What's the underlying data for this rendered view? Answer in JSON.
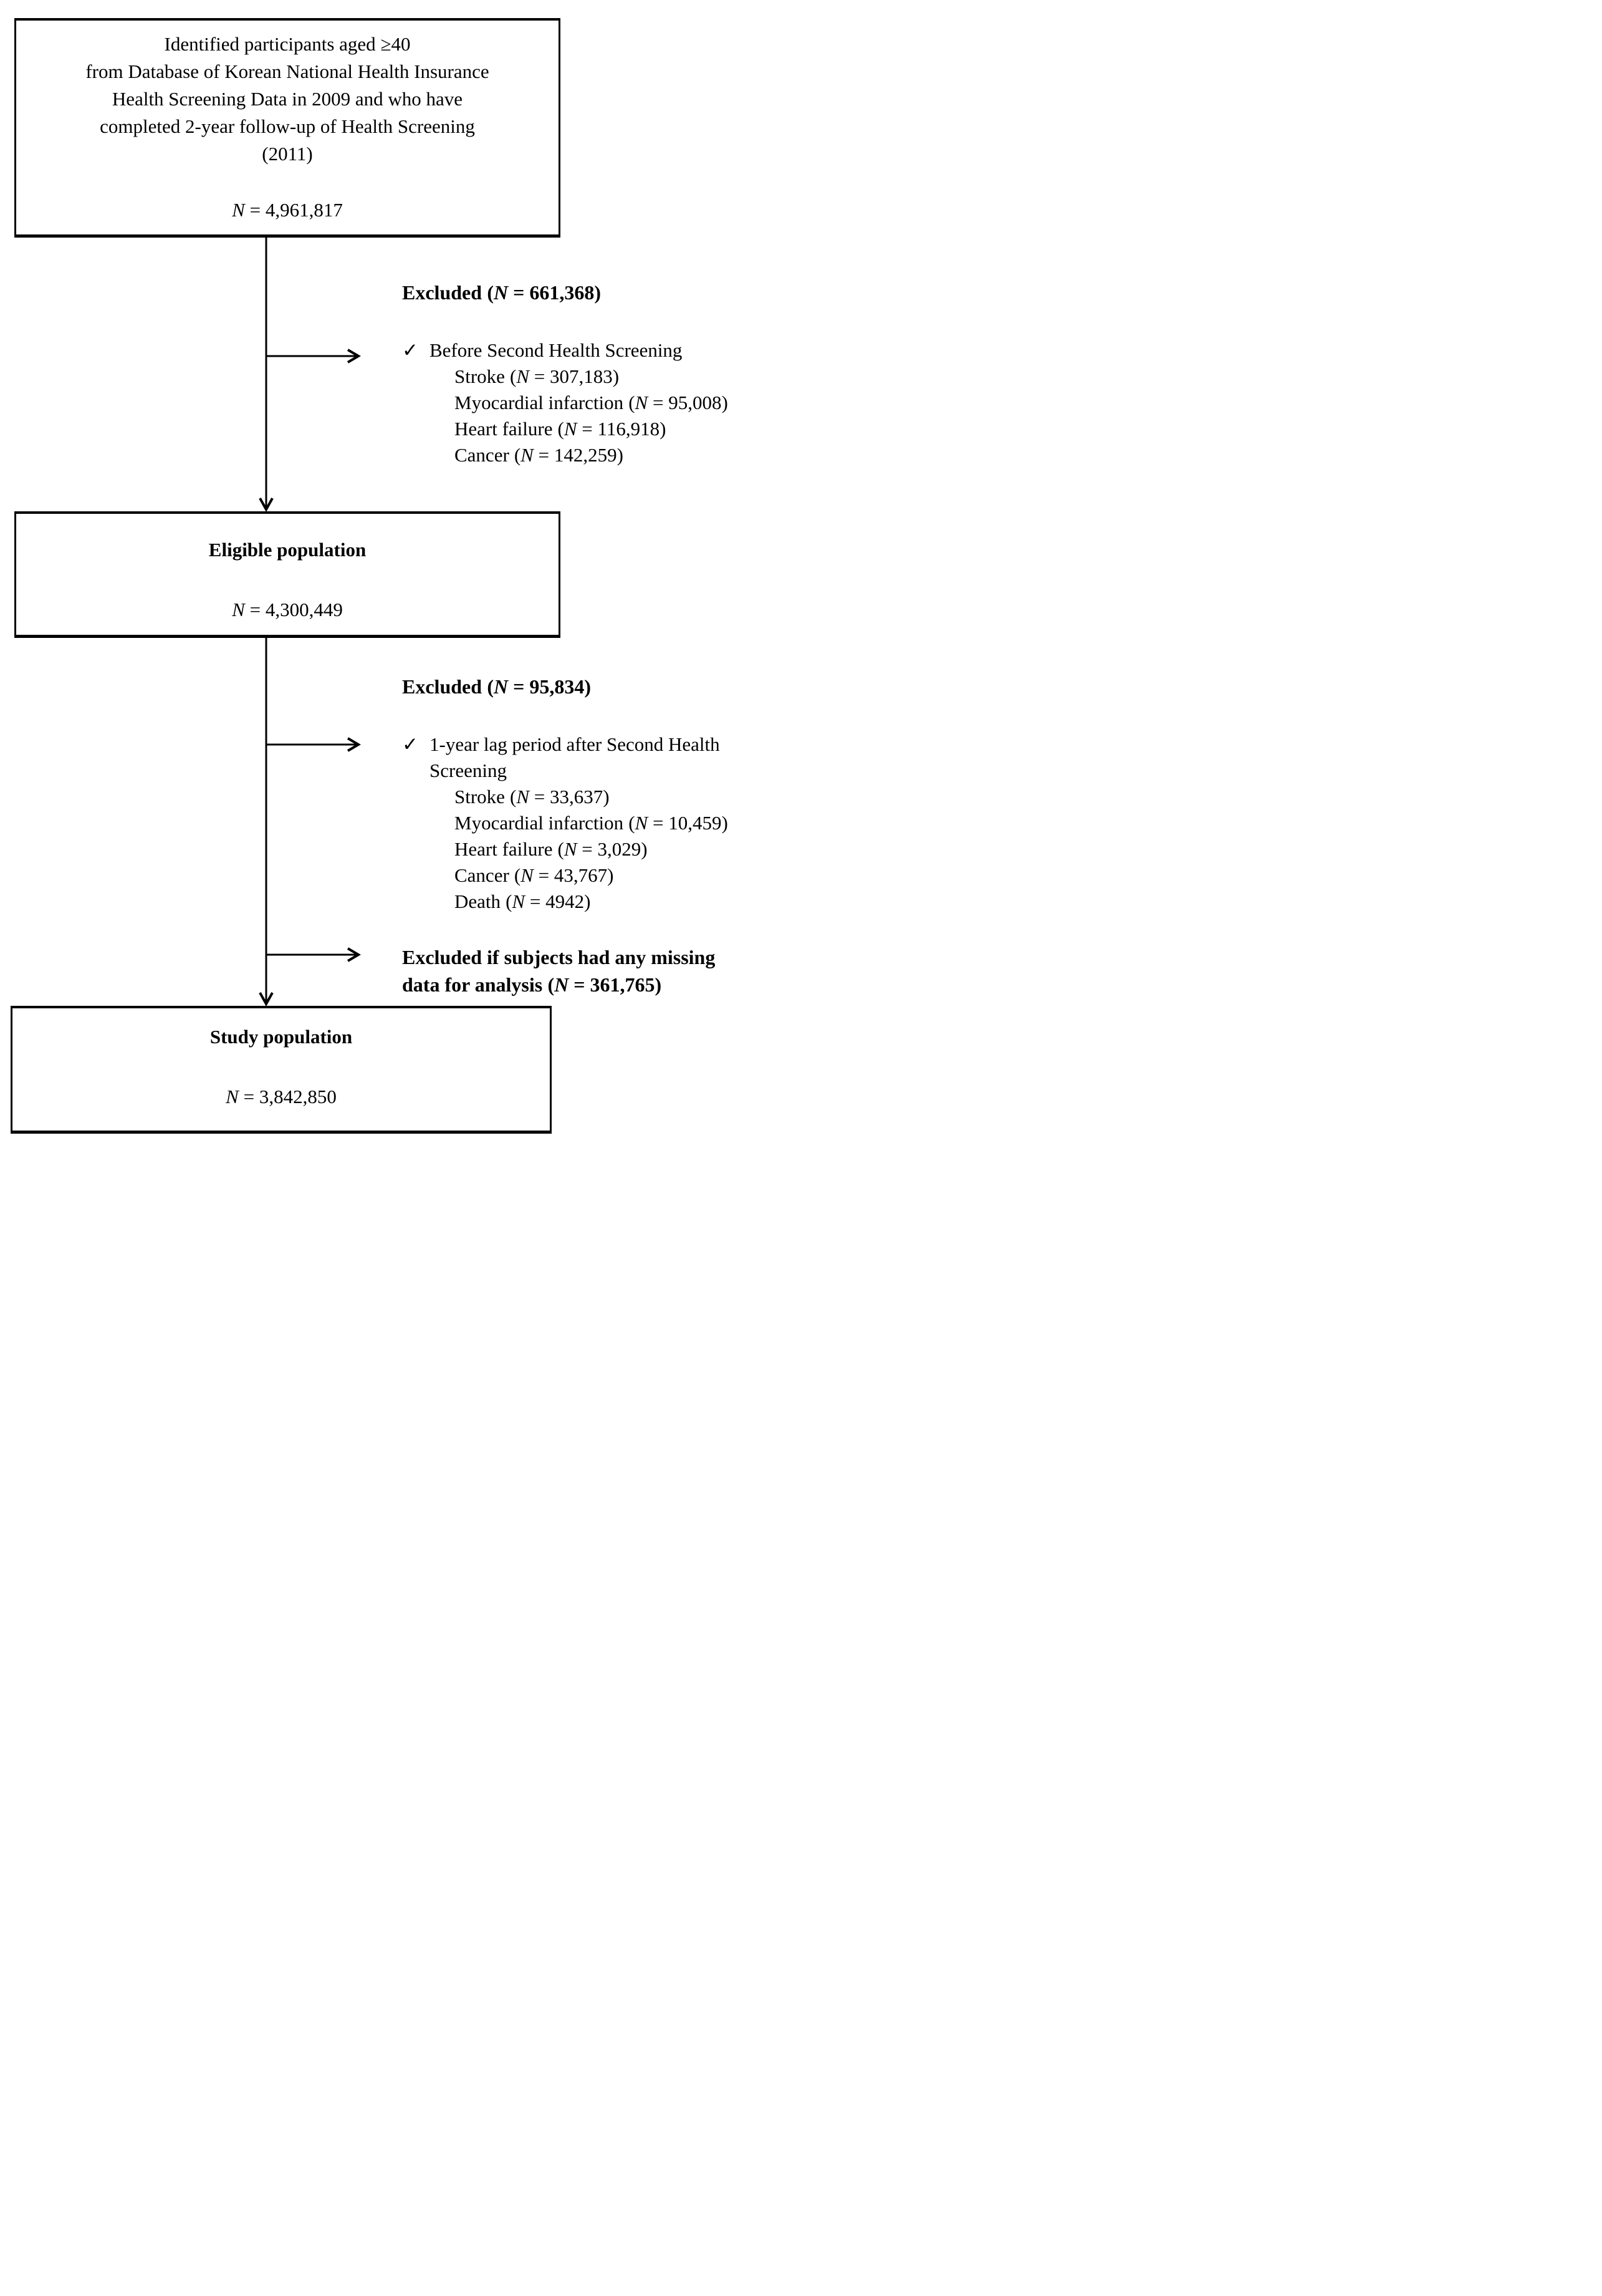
{
  "colors": {
    "ink": "#000000",
    "background": "#ffffff"
  },
  "symbols": {
    "n": "N",
    "check": "✓"
  },
  "boxes": {
    "identified": {
      "lines": [
        "Identified participants aged ≥40",
        "from Database of Korean National Health Insurance",
        "Health Screening Data in 2009 and who have",
        "completed 2-year follow-up of Health Screening",
        "(2011)"
      ],
      "n": "4,961,817"
    },
    "eligible": {
      "title": "Eligible population",
      "n": "4,300,449"
    },
    "study": {
      "title": "Study population",
      "n": "3,842,850"
    }
  },
  "exclusions": [
    {
      "heading_prefix": "Excluded",
      "heading_n": "661,368",
      "check_text": "Before Second Health Screening",
      "items": [
        {
          "label": "Stroke",
          "n": "307,183"
        },
        {
          "label": "Myocardial infarction",
          "n": "95,008"
        },
        {
          "label": "Heart failure",
          "n": "116,918"
        },
        {
          "label": "Cancer",
          "n": "142,259"
        }
      ]
    },
    {
      "heading_prefix": "Excluded",
      "heading_n": "95,834",
      "check_text": "1-year lag period after Second Health Screening",
      "items": [
        {
          "label": "Stroke",
          "n": "33,637"
        },
        {
          "label": "Myocardial infarction",
          "n": "10,459"
        },
        {
          "label": "Heart failure",
          "n": "3,029"
        },
        {
          "label": "Cancer",
          "n": "43,767"
        },
        {
          "label": "Death",
          "n": "4942"
        }
      ]
    },
    {
      "heading_prefix": "Excluded if subjects had any missing data for analysis",
      "heading_n": "361,765"
    }
  ]
}
